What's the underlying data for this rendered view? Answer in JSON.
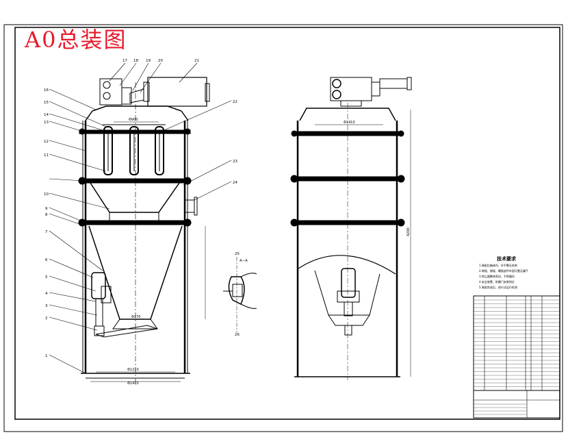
{
  "drawing": {
    "title": "A0总装图",
    "title_color": "#e8192c",
    "line_color": "#000000",
    "part_labels": [
      "1",
      "2",
      "3",
      "4",
      "5",
      "6",
      "7",
      "8",
      "9",
      "10",
      "11",
      "12",
      "13",
      "14",
      "15",
      "16",
      "17",
      "18",
      "19",
      "20",
      "21",
      "22",
      "23",
      "24",
      "25",
      "26"
    ],
    "section_label": "A—A",
    "dimensions": {
      "top_width": "Φ900",
      "middle_width": "Φ1210",
      "bottom_width": "Φ1410",
      "overall_height": "4200",
      "side_width": "Φ1410",
      "cone_outlet": "Φ170"
    },
    "tech_requirements": {
      "title": "技术要求",
      "items": [
        "1.装配后箱体内、外平整无毛刺",
        "2.焊接、铆接、螺接部件牢固可靠无漏气",
        "3.除尘器整体密封，不得漏风",
        "4.安全装置、防爆门安装到位",
        "5.装配完成后，进行试运行检测"
      ]
    }
  }
}
